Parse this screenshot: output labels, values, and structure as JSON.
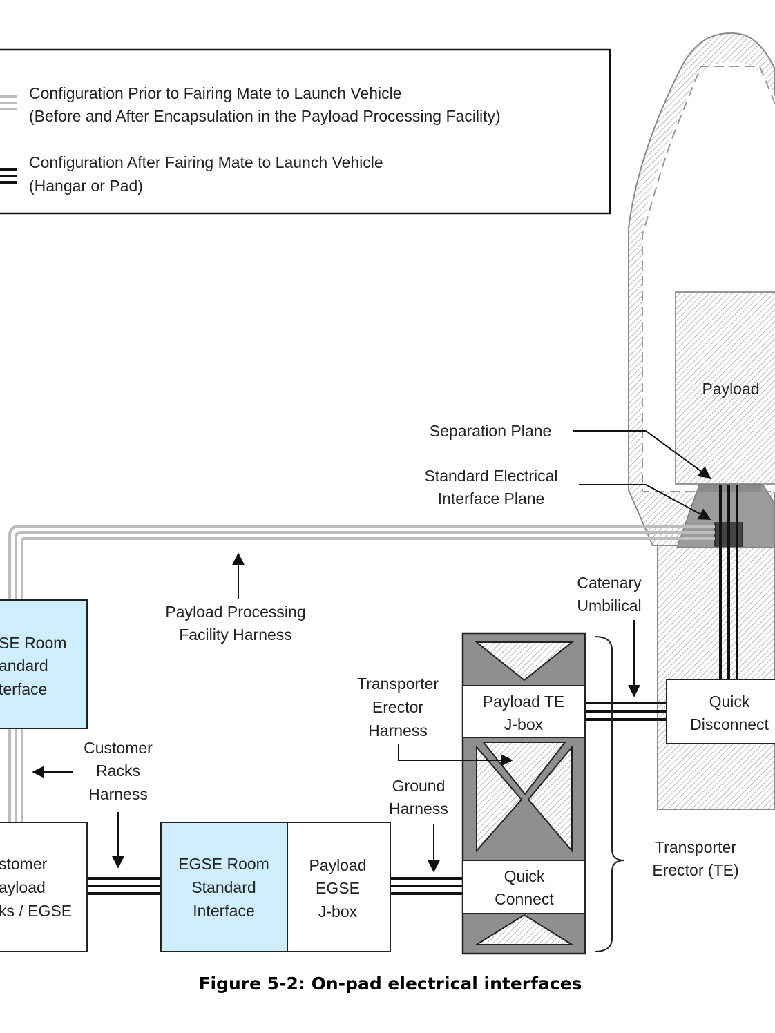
{
  "legend": {
    "entries": [
      {
        "lines": [
          "Configuration Prior to Fairing Mate to Launch Vehicle",
          "(Before and After Encapsulation in the Payload Processing Facility)"
        ]
      },
      {
        "lines": [
          "Configuration After Fairing Mate to Launch Vehicle",
          "(Hangar or Pad)"
        ]
      }
    ]
  },
  "labels": {
    "payload": "Payload",
    "separation_plane": "Separation Plane",
    "std_electrical_interface_plane": [
      "Standard Electrical",
      "Interface Plane"
    ],
    "catenary_umbilical": [
      "Catenary",
      "Umbilical"
    ],
    "ppf_harness": [
      "Payload Processing",
      "Facility Harness"
    ],
    "egse_room_left": [
      "SE Room",
      "andard",
      "terface"
    ],
    "customer_racks_harness": [
      "Customer",
      "Racks",
      "Harness"
    ],
    "transporter_erector_harness": [
      "Transporter",
      "Erector",
      "Harness"
    ],
    "payload_te_jbox": [
      "Payload TE",
      "J-box"
    ],
    "quick_disconnect": [
      "Quick",
      "Disconnect"
    ],
    "ground_harness": [
      "Ground",
      "Harness"
    ],
    "customer_payload_racks": [
      "stomer",
      "ayload",
      "ks / EGSE"
    ],
    "egse_room_std_interface": [
      "EGSE Room",
      "Standard",
      "Interface"
    ],
    "payload_egse_jbox": [
      "Payload",
      "EGSE",
      "J-box"
    ],
    "quick_connect": [
      "Quick",
      "Connect"
    ],
    "transporter_erector_te": [
      "Transporter",
      "Erector (TE)"
    ]
  },
  "caption": "Figure 5-2: On-pad electrical interfaces",
  "colors": {
    "egse_fill": "#cfeefc",
    "grey_harness": "#bdbdbd",
    "black_harness": "#111111",
    "hatch": "#9a9a9a"
  }
}
